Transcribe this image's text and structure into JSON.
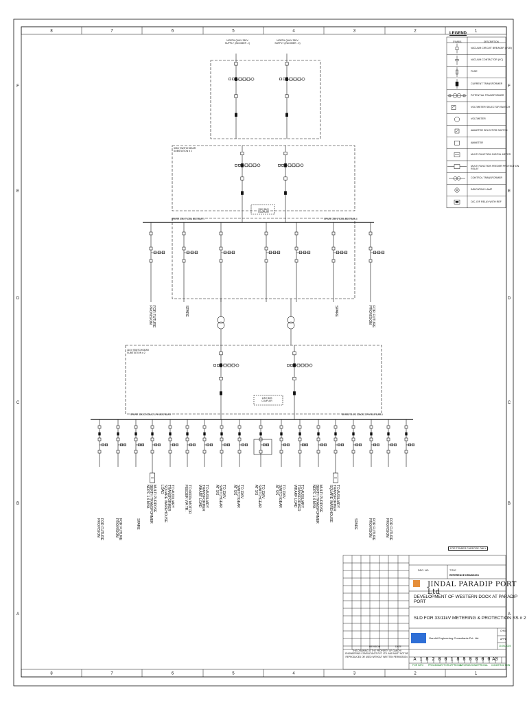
{
  "border": {
    "columns": [
      "8",
      "7",
      "6",
      "5",
      "4",
      "3",
      "2",
      "1"
    ],
    "rows": [
      "F",
      "E",
      "D",
      "C",
      "B",
      "A"
    ]
  },
  "legend": {
    "title": "LEGEND",
    "headers": {
      "symbol": "SYMBOL",
      "description": "DESCRIPTION"
    },
    "items": [
      {
        "icon": "vacuum-breaker-icon",
        "desc": "VACUUM CIRCUIT BREAKER (VCB)"
      },
      {
        "icon": "vacuum-contactor-icon",
        "desc": "VACUUM CONTACTOR (VC)"
      },
      {
        "icon": "fuse-icon",
        "desc": "FUSE"
      },
      {
        "icon": "current-transformer-icon",
        "desc": "CURRENT TRANSFORMER"
      },
      {
        "icon": "potential-transformer-icon",
        "desc": "POTENTIAL TRANSFORMER"
      },
      {
        "icon": "voltmeter-switch-icon",
        "desc": "VOLTMETER SELECTOR SWITCH"
      },
      {
        "icon": "voltmeter-icon",
        "desc": "VOLTMETER"
      },
      {
        "icon": "ammeter-switch-icon",
        "desc": "AMMETER SELECTOR SWITCH"
      },
      {
        "icon": "ammeter-icon",
        "desc": "AMMETER"
      },
      {
        "icon": "multifunction-meter-icon",
        "desc": "MULTI FUNCTION DIGITAL METER"
      },
      {
        "icon": "protection-relay-icon",
        "desc": "MULTI FUNCTION FEEDER PROTECTION RELAY"
      },
      {
        "icon": "control-transformer-icon",
        "desc": "CONTROL TRANSFORMER"
      },
      {
        "icon": "indicating-lamp-icon",
        "desc": "INDICATING LAMP"
      },
      {
        "icon": "relay-icon",
        "desc": "O/C, E/F RELAY WITH REF"
      }
    ]
  },
  "diagram": {
    "supplies": [
      "NORTH QUAY 33KV SUPPLY (INCOMER - I)",
      "NORTH QUAY 33KV SUPPLY (INCOMER - II)"
    ],
    "bus_labels": [
      "SPARE 33KV, 630A BUS BAR-I",
      "SPARE 33KV, 630A BUS BAR-II",
      "SPARE 11KV, 2000A, 3-PH BUS BAR-I",
      "SPARE 11KV, 2000A, 3-PH BUS BAR-II"
    ],
    "switchgear_boxes": [
      "33KV SWITCHGEAR SUBSTATION # 2",
      "11KV SWITCHGEAR SUBSTATION # 2"
    ],
    "bus_couplers": [
      "33KV BUS COUPLER",
      "11KV BUS COUPLER"
    ],
    "mid_feeders": [
      "FOR FUTURE\nPROVISION",
      "SPARE",
      "SPARE",
      "FOR FUTURE\nPROVISION"
    ],
    "bottom_feeders": [
      "FOR FUTURE\nPROVISION",
      "FOR FUTURE\nPROVISION",
      "SPARE",
      "MULTI PURPOSE\nBERTH TRANSFORMER\nNDPC 1.6 MVA",
      "TO AUXILIARY\nTRANSFORMER\nSQUARE WAREHOUSE\nLOAD",
      "TO 6600V MOTOR\nFEEDER VIA TR.",
      "TO AUXILIARY\nTRANSFORMER\nWHARF LOAD",
      "TO 11KV\nSWITCHGEAR\nAT S/S",
      "TO 11KV\nSWITCHGEAR\nAT S/S",
      "TO 11KV\nSWITCHGEAR\nAT S/S",
      "TO 11KV\nSWITCHGEAR\nAT S/S",
      "TO AUXILIARY\nTRANSFORMER\nWHARF LOAD",
      "MULTI PURPOSE\nBERTH TRANSFORMER\nNDPC 1.6 MVA",
      "TO AUXILIARY\nTRANSFORMER\nSQUARE WAREHOUSE",
      "SPARE",
      "FOR FUTURE\nPROVISION",
      "FOR FUTURE\nPROVISION"
    ]
  },
  "revision_stamp": "FOR TENDER PURPOSE ONLY",
  "title_block": {
    "drg_no_label": "DRG. NO.",
    "title_label": "TITLE",
    "reference_label": "REFERENCE DRAWINGS",
    "client": "JINDAL PARADIP PORT Ltd",
    "project": "DEVELOPMENT OF WESTERN DOCK AT PARADIP PORT",
    "drawing_title": "SLD FOR 33/11kV METERING & PROTECTION SS # 2",
    "consultant": "Gandhi Engineering Consultants Pvt. Ltd.",
    "revision_col": "REVISION",
    "date_col": "DATE",
    "checked_label": "CHKD",
    "approved_label": "APPD",
    "date_value": "10-06-2024",
    "drawing_number_cells": [
      "A",
      "1",
      "8",
      "2",
      "8",
      "0",
      "1",
      "8",
      "8",
      "8",
      "8",
      "0",
      "0",
      "A3"
    ],
    "stage_labels": [
      "FOR INFO",
      "PRELIMINARY",
      "FOR APPROVAL",
      "INFORMATION",
      "APPROVAL",
      "CONSTRUCTION"
    ],
    "note": "THIS DRAWING IS THE PROPERTY OF GANDHI ENGINEERING CONSULTANTS PVT. LTD. AND MUST NOT BE REPRODUCED OR USED WITHOUT WRITTEN PERMISSION."
  },
  "colors": {
    "line": "#111111",
    "accent": "#2f6fd6",
    "stage_green": "#0a7a18",
    "logo_orange": "#e07a18"
  }
}
